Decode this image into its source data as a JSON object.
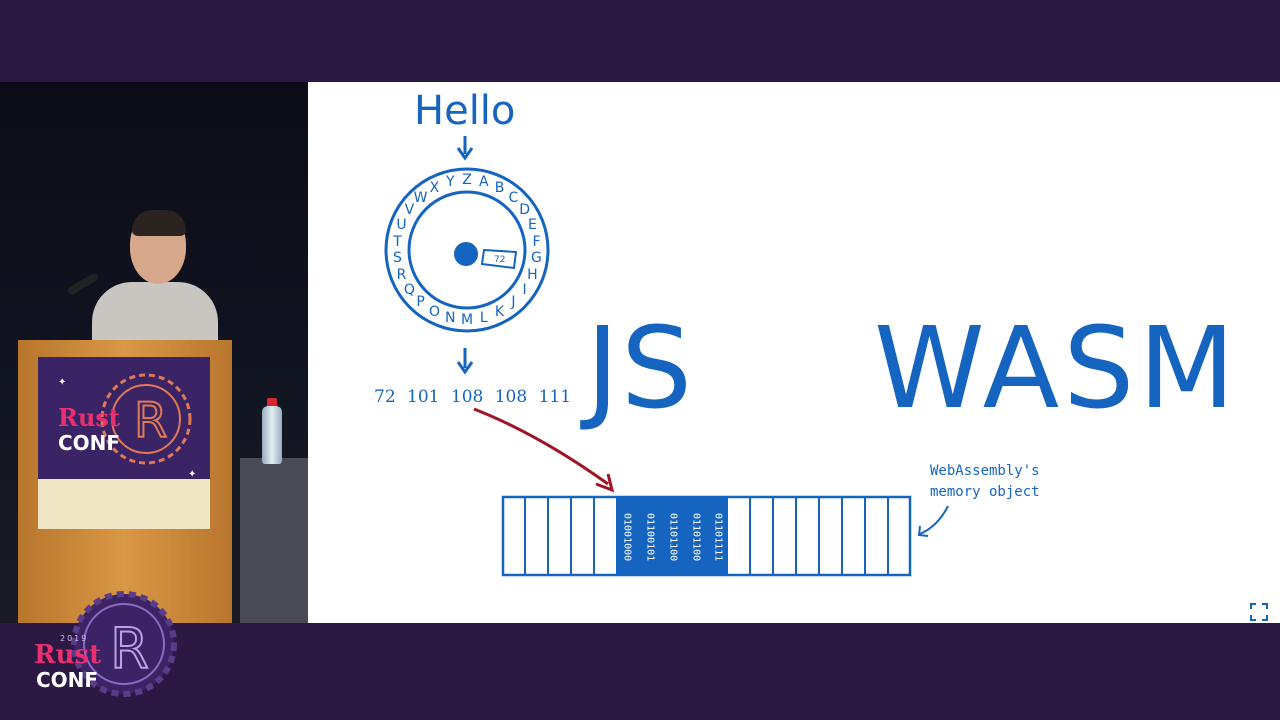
{
  "slide": {
    "hello": "Hello",
    "js": "JS",
    "wasm": "WASM",
    "codes": "72  101  108  108  111",
    "note_line1": "WebAssembly's",
    "note_line2": "memory object",
    "slot_value": "72",
    "wheel_letters": [
      "Z",
      "A",
      "B",
      "C",
      "D",
      "E",
      "F",
      "G",
      "H",
      "I",
      "J",
      "K",
      "L",
      "M",
      "N",
      "O",
      "P",
      "Q",
      "R",
      "S",
      "T",
      "U",
      "V",
      "W",
      "X",
      "Y"
    ],
    "bytes": [
      "01001000",
      "01100101",
      "01101100",
      "01101100",
      "01101111"
    ]
  },
  "branding": {
    "rust": "Rust",
    "conf": "CONF",
    "year": "2019",
    "accent_color": "#e8306e",
    "band_color": "#2b1843",
    "ink_color": "#1565c0",
    "arrow_color": "#a01525"
  },
  "icons": {
    "fullscreen": "fullscreen-icon"
  }
}
